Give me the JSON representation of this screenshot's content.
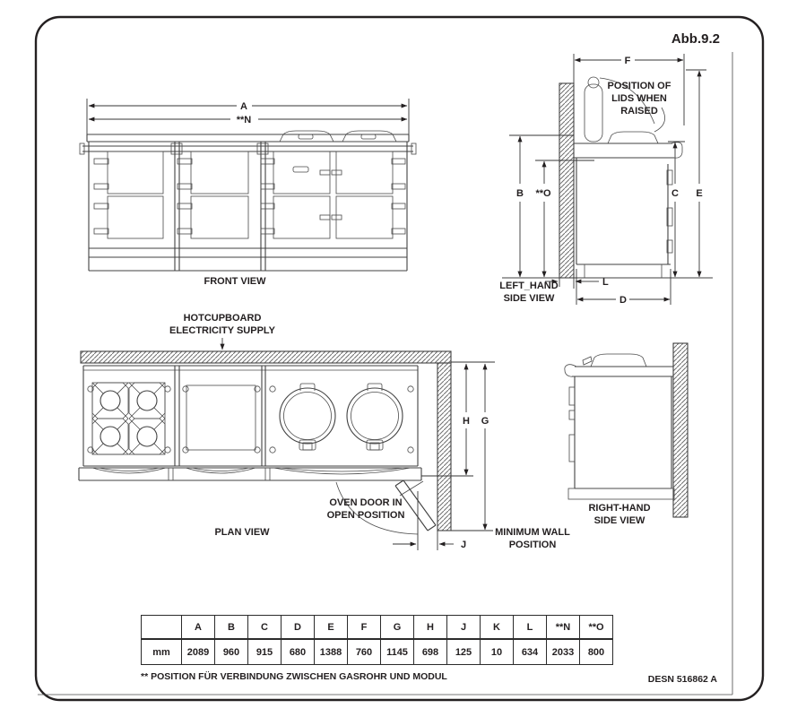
{
  "sheet": {
    "figure_label": "Abb.9.2",
    "doc_number": "DESN 516862 A",
    "footnote": "** POSITION FÜR VERBINDUNG ZWISCHEN GASROHR UND MODUL"
  },
  "views": {
    "front": {
      "label": "FRONT VIEW"
    },
    "left_side": {
      "line1": "LEFT_HAND",
      "line2": "SIDE VIEW"
    },
    "plan": {
      "label": "PLAN VIEW"
    },
    "right_side": {
      "line1": "RIGHT-HAND",
      "line2": "SIDE VIEW"
    }
  },
  "annotations": {
    "lids": {
      "line1": "POSITION OF",
      "line2": "LIDS WHEN",
      "line3": "RAISED"
    },
    "hotcupboard": {
      "line1": "HOTCUPBOARD",
      "line2": "ELECTRICITY SUPPLY"
    },
    "oven_door": {
      "line1": "OVEN DOOR IN",
      "line2": "OPEN POSITION"
    },
    "min_wall": {
      "line1": "MINIMUM WALL",
      "line2": "POSITION"
    }
  },
  "dim_labels": {
    "A": "A",
    "N": "**N",
    "F": "F",
    "B": "B",
    "O": "**O",
    "C": "C",
    "E": "E",
    "L": "L",
    "D": "D",
    "H": "H",
    "G": "G",
    "J": "J"
  },
  "table": {
    "unit_label": "mm",
    "headers": [
      "A",
      "B",
      "C",
      "D",
      "E",
      "F",
      "G",
      "H",
      "J",
      "K",
      "L",
      "**N",
      "**O"
    ],
    "values_mm": [
      "2089",
      "960",
      "915",
      "680",
      "1388",
      "760",
      "1145",
      "698",
      "125",
      "10",
      "634",
      "2033",
      "800"
    ]
  }
}
